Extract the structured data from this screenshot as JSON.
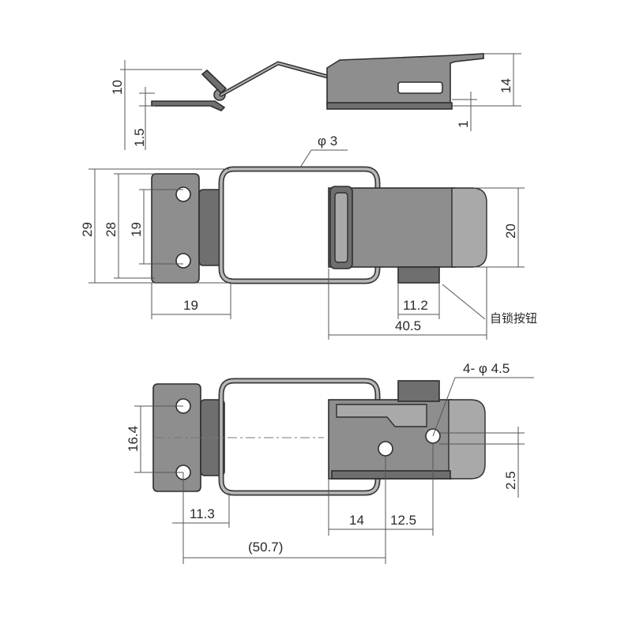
{
  "drawing": {
    "side_view": {
      "dim_height_top": "10",
      "dim_thickness": "1.5",
      "dim_overall_height": "14",
      "dim_plate": "1"
    },
    "top_view": {
      "dim_wire": "φ 3",
      "dim_outer_height": "29",
      "dim_inner_height": "28",
      "dim_hole_spacing": "19",
      "dim_body_height": "20",
      "dim_plate_width": "19",
      "dim_button_width": "11.2",
      "dim_body_length": "40.5",
      "callout_button": "自锁按钮"
    },
    "bottom_view": {
      "dim_holes": "4- φ 4.5",
      "dim_hole_vertical": "16.4",
      "dim_offset_small": "2.5",
      "dim_hole_offset": "11.3",
      "dim_span_a": "14",
      "dim_span_b": "12.5",
      "dim_overall": "(50.7)"
    }
  },
  "colors": {
    "metal": "#8e8e8e",
    "line": "#2e2e2e",
    "background": "#ffffff"
  }
}
